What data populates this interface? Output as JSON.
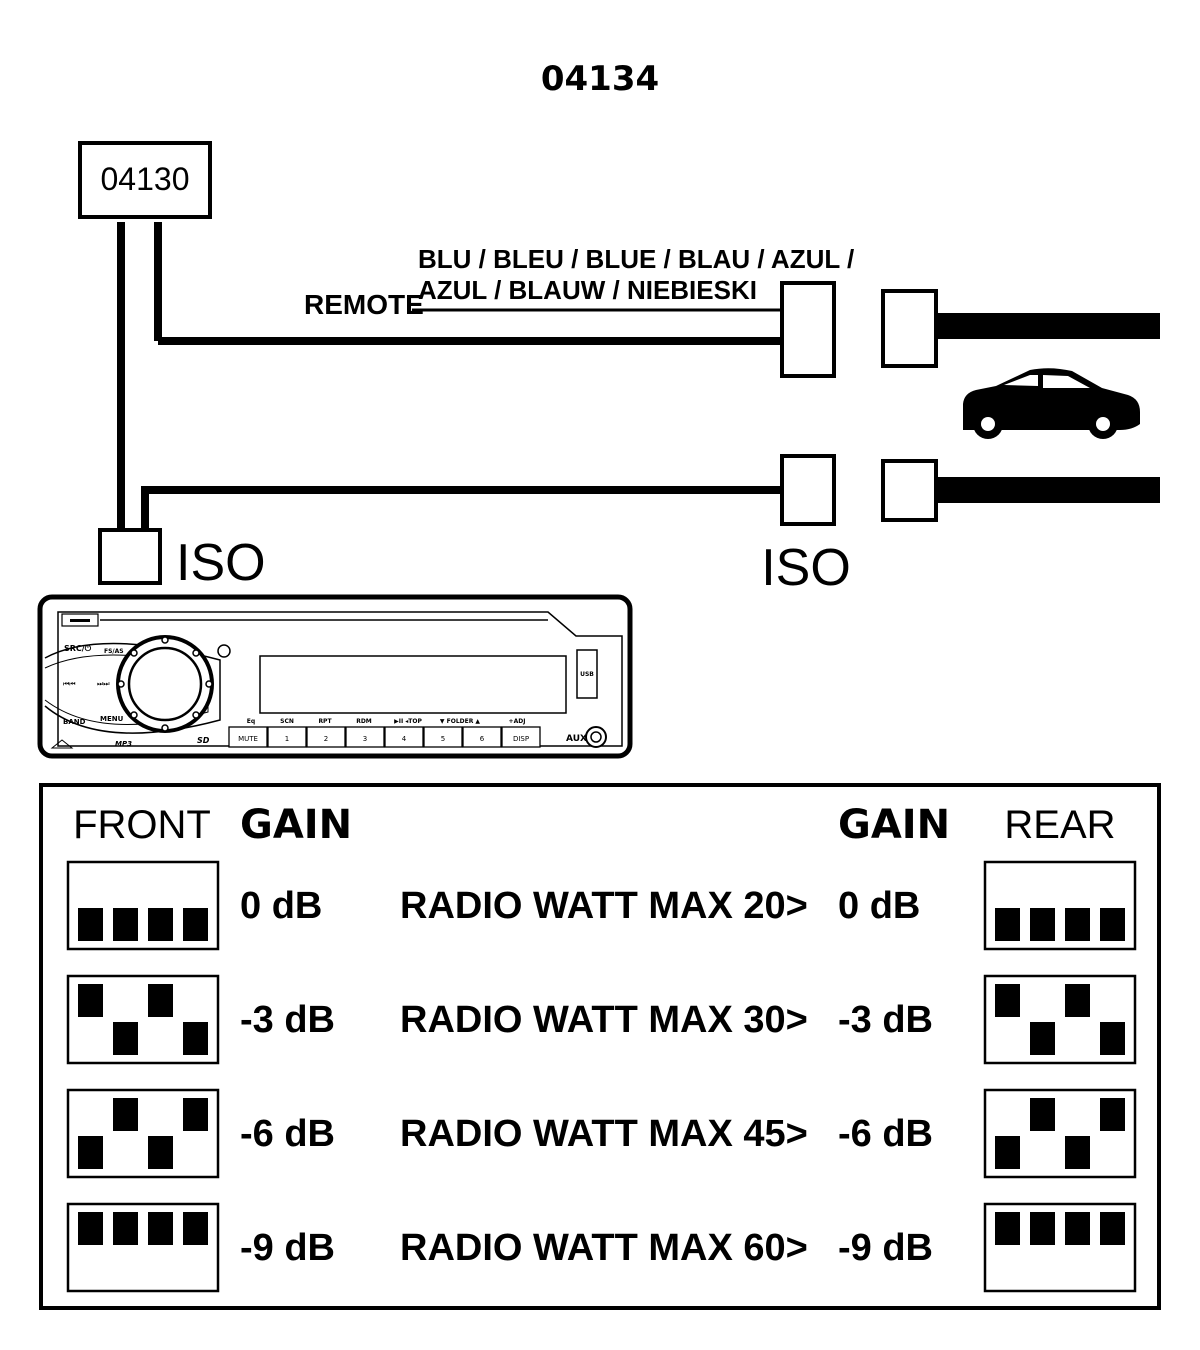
{
  "title": "04134",
  "module_label": "04130",
  "wire": {
    "remote_label": "REMOTE",
    "color_line1": "BLU / BLEU / BLUE / BLAU / AZUL /",
    "color_line2": "AZUL / BLAUW / NIEBIESKI"
  },
  "connectors": {
    "left_iso": "ISO",
    "right_iso": "ISO"
  },
  "radio": {
    "top_left": {
      "src": "SRC/⏻",
      "fs": "FS/AS",
      "prev": "⏮⏮",
      "next": "⏭⏭",
      "bank": "BAND",
      "menu": "MENU"
    },
    "labels": [
      "Eq",
      "SCN",
      "RPT",
      "RDM",
      "▶II ◂TOP",
      "▼ FOLDER ▲",
      "+ADJ"
    ],
    "buttons": [
      "MUTE",
      "1",
      "2",
      "3",
      "4",
      "5",
      "6",
      "DISP"
    ],
    "sd_logo": "SD",
    "mp3_logo": "MP3",
    "usb_label": "USB",
    "aux_label": "AUX\nIN"
  },
  "table": {
    "front_label": "FRONT",
    "rear_label": "REAR",
    "gain_left": "GAIN",
    "gain_right": "GAIN",
    "rows": [
      {
        "gain": "0 dB",
        "note": "RADIO WATT MAX 20>",
        "switches": [
          "down",
          "down",
          "down",
          "down"
        ]
      },
      {
        "gain": "-3 dB",
        "note": "RADIO WATT MAX 30>",
        "switches": [
          "up",
          "down",
          "up",
          "down"
        ]
      },
      {
        "gain": "-6 dB",
        "note": "RADIO WATT MAX 45>",
        "switches": [
          "down",
          "up",
          "down",
          "up"
        ]
      },
      {
        "gain": "-9 dB",
        "note": "RADIO WATT MAX 60>",
        "switches": [
          "up",
          "up",
          "up",
          "up"
        ]
      }
    ]
  }
}
